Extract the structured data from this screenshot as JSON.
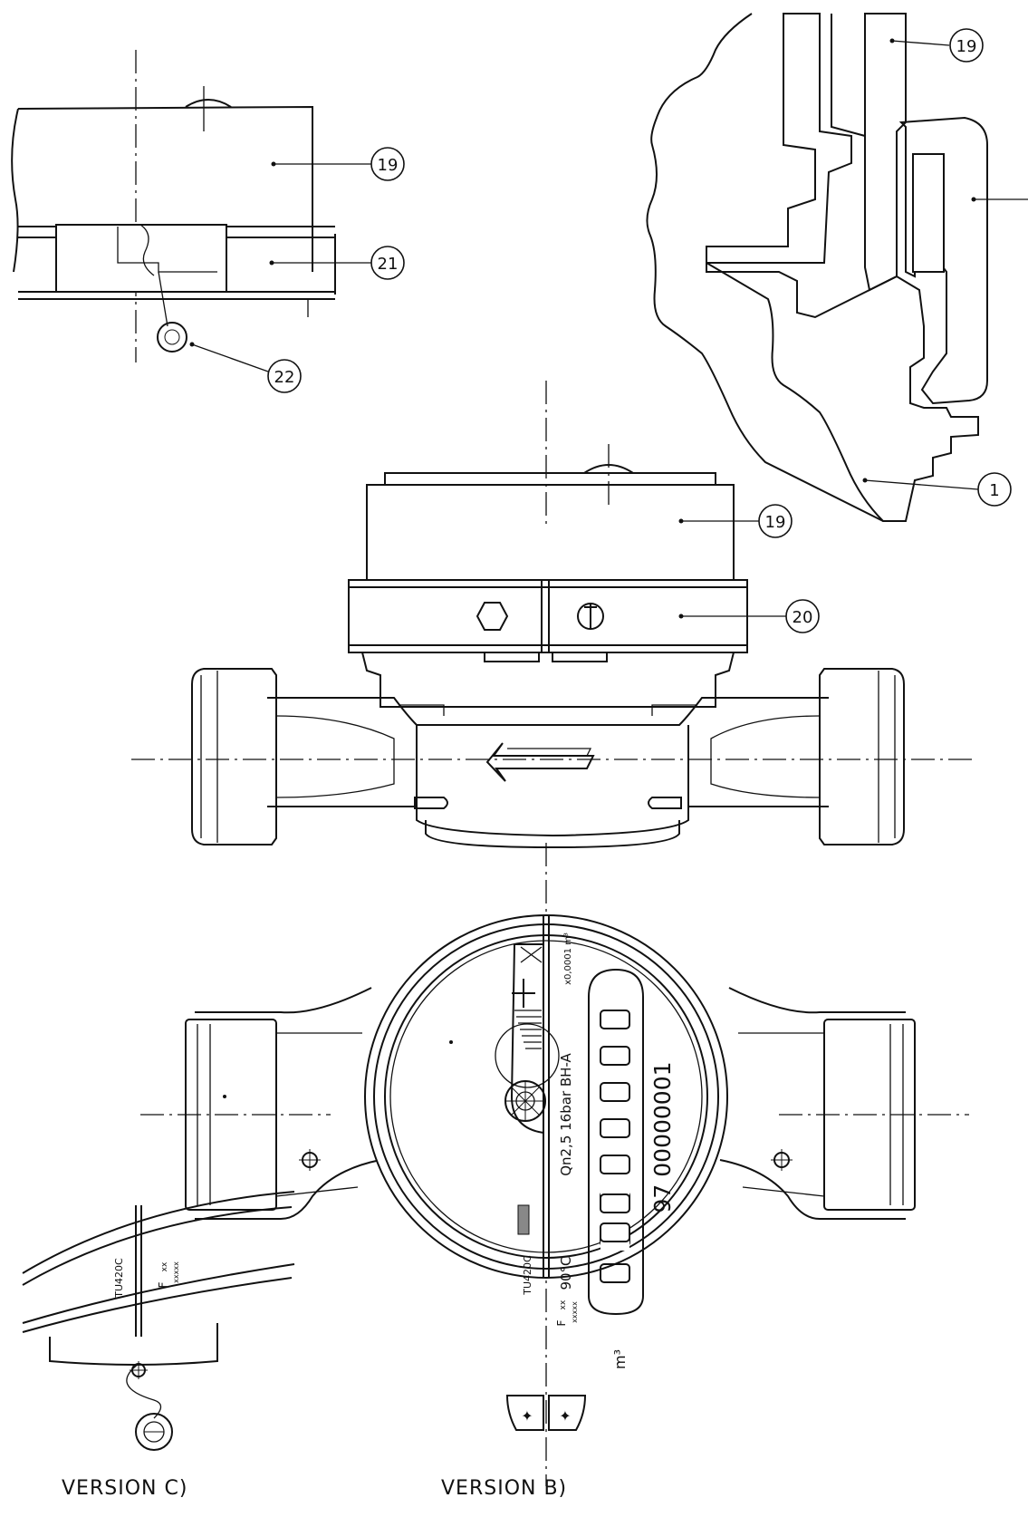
{
  "callouts": {
    "c19_top": "19",
    "c21": "21",
    "c22": "22",
    "c19_section": "19",
    "c1": "1",
    "c19_side": "19",
    "c20": "20"
  },
  "dial": {
    "model_main": "TU420C",
    "temp_class": "90°C",
    "rating": "Qn2,5 16bar BH-A",
    "resolution": "x0,0001 m³",
    "serial": "97 00000001",
    "unit": "m³",
    "mark_f": "F",
    "mark_xx": "xx",
    "mark_year": "xxxxx"
  },
  "detail_c": {
    "model": "TU420C",
    "mark_f": "F",
    "mark_xx": "xx",
    "mark_year": "xxxxx"
  },
  "captions": {
    "version_c": "VERSION  C)",
    "version_b": "VERSION  B)"
  }
}
